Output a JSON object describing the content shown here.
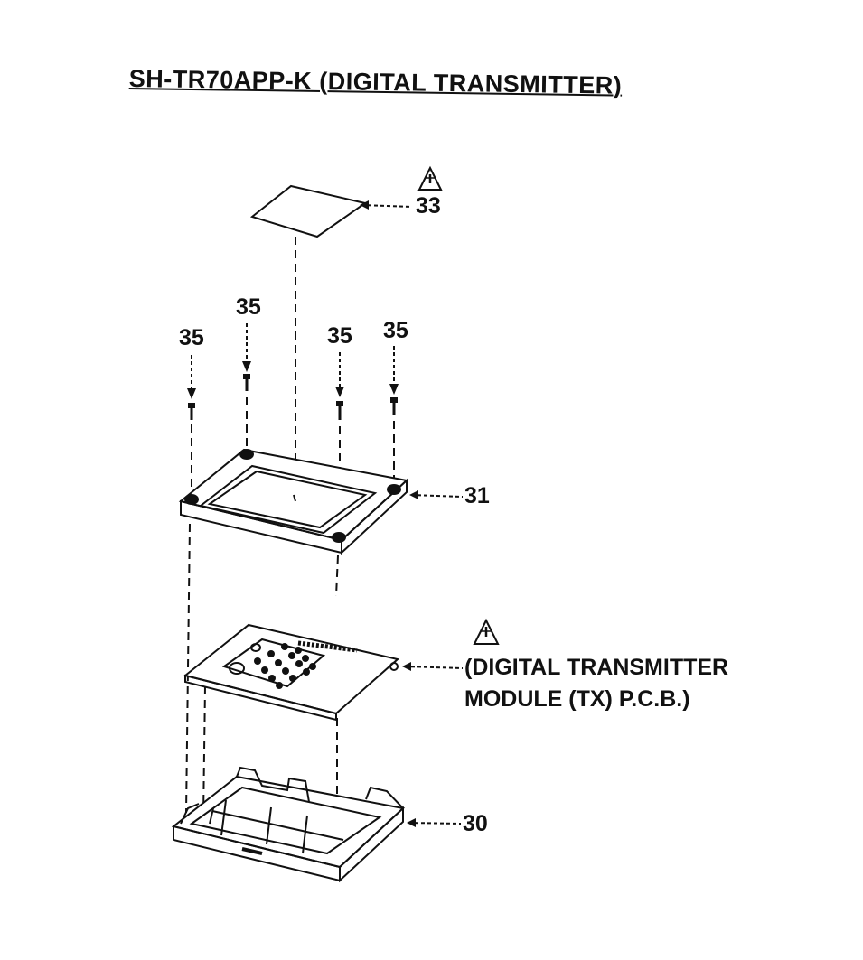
{
  "title": "SH-TR70APP-K (DIGITAL TRANSMITTER)",
  "parts": {
    "part_33": "33",
    "screw_1": "35",
    "screw_2": "35",
    "screw_3": "35",
    "screw_4": "35",
    "part_31": "31",
    "part_30": "30"
  },
  "module_label": {
    "line1": "(DIGITAL TRANSMITTER",
    "line2": "MODULE (TX) P.C.B.)"
  },
  "icons": {
    "warning": "warning-triangle-icon"
  }
}
